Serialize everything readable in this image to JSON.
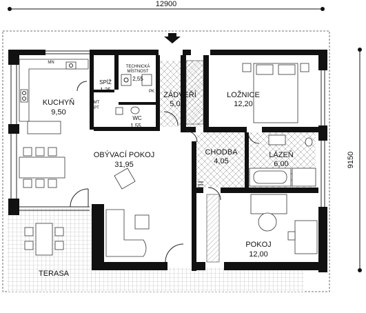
{
  "dimensions": {
    "width": "12900",
    "depth": "9150"
  },
  "rooms": {
    "kuchyn": {
      "name": "KUCHYŇ",
      "area": "9,50"
    },
    "spiz": {
      "name": "SPÍŽ",
      "area": "1,25"
    },
    "technicka": {
      "name_line1": "TECHNICKÁ",
      "name_line2": "MÍSTNOST",
      "area": "2,55"
    },
    "zadveri": {
      "name": "ZÁDVEŘÍ",
      "area": "5,05"
    },
    "loznice": {
      "name": "LOŽNICE",
      "area": "12,20"
    },
    "wc": {
      "name": "WC",
      "area": "1,55"
    },
    "obyvaci": {
      "name": "OBÝVACÍ POKOJ",
      "area": "31,95"
    },
    "chodba": {
      "name": "CHODBA",
      "area": "4,05"
    },
    "lazen": {
      "name": "LÁZEŇ",
      "area": "6,00"
    },
    "pokoj": {
      "name": "POKOJ",
      "area": "12,00"
    },
    "terasa": {
      "name": "TERASA"
    }
  },
  "appliance_labels": {
    "mn": "MN",
    "mt": "MT",
    "pt": "PT",
    "pk": "PK"
  }
}
